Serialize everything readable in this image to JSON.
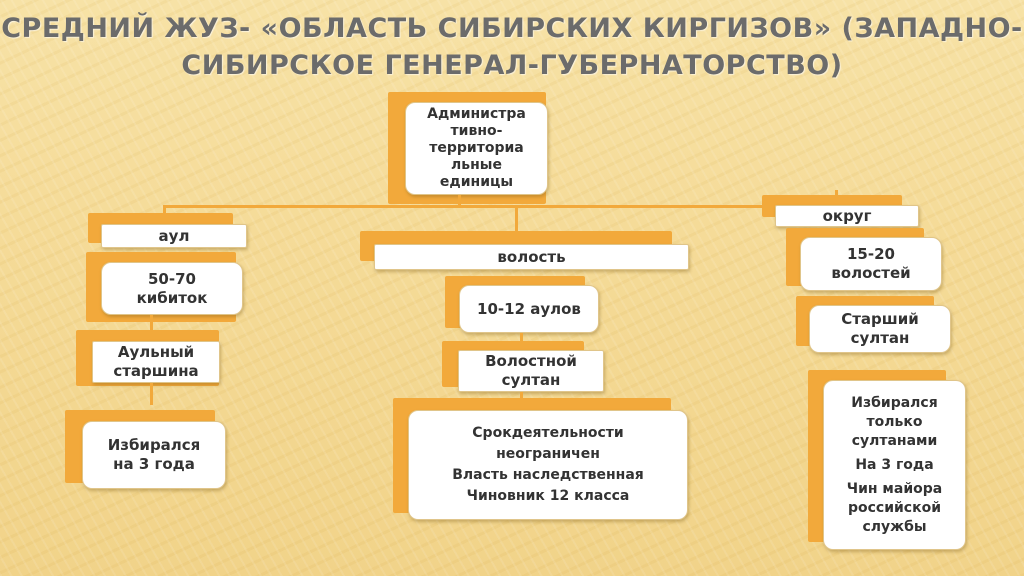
{
  "title": {
    "line1": "СРЕДНИЙ ЖУЗ- «ОБЛАСТЬ СИБИРСКИХ КИРГИЗОВ» (ЗАПАДНО-",
    "line2": "СИБИРСКОЕ ГЕНЕРАЛ-ГУБЕРНАТОРСТВО)"
  },
  "root": {
    "lines": [
      "Администра",
      "тивно-",
      "территориа",
      "льные",
      "единицы"
    ]
  },
  "left": {
    "header": "аул",
    "size": [
      "50-70",
      "кибиток"
    ],
    "head": [
      "Аульный",
      "старшина"
    ],
    "term": [
      "Избирался",
      "на 3 года"
    ]
  },
  "middle": {
    "header": "волость",
    "size": [
      "10-12 аулов"
    ],
    "head": [
      "Волостной",
      "султан"
    ],
    "details": [
      "Срокдеятельности",
      "неограничен",
      "Власть наследственная",
      "Чиновник 12 класса"
    ]
  },
  "right": {
    "header": "округ",
    "size": [
      "15-20",
      "волостей"
    ],
    "head": [
      "Старший",
      "султан"
    ],
    "details": [
      "Избирался",
      "только",
      "султанами",
      "На 3 года",
      "Чин майора",
      "российской",
      "службы"
    ]
  },
  "colors": {
    "accent": "#f2a93b",
    "title": "#6b6b6b",
    "box": "#ffffff",
    "text": "#333333"
  }
}
